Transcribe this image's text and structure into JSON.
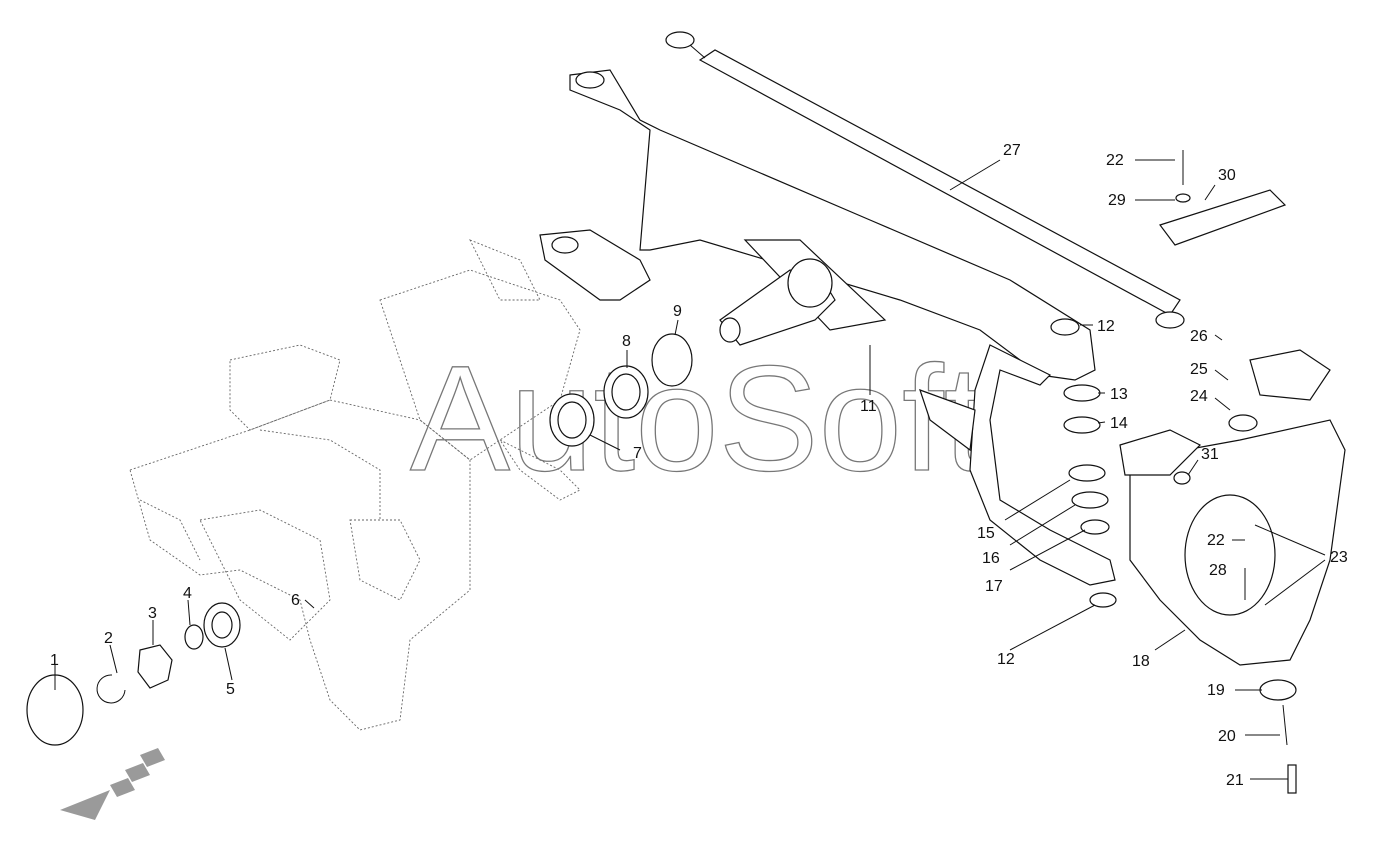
{
  "watermark": "AutoSoft",
  "callouts": [
    {
      "id": "1",
      "text": "1"
    },
    {
      "id": "2",
      "text": "2"
    },
    {
      "id": "3",
      "text": "3"
    },
    {
      "id": "4",
      "text": "4"
    },
    {
      "id": "5",
      "text": "5"
    },
    {
      "id": "6",
      "text": "6"
    },
    {
      "id": "7",
      "text": "7"
    },
    {
      "id": "8",
      "text": "8"
    },
    {
      "id": "9",
      "text": "9"
    },
    {
      "id": "11",
      "text": "11"
    },
    {
      "id": "12a",
      "text": "12"
    },
    {
      "id": "12b",
      "text": "12"
    },
    {
      "id": "13",
      "text": "13"
    },
    {
      "id": "14",
      "text": "14"
    },
    {
      "id": "15",
      "text": "15"
    },
    {
      "id": "16",
      "text": "16"
    },
    {
      "id": "17",
      "text": "17"
    },
    {
      "id": "18",
      "text": "18"
    },
    {
      "id": "19",
      "text": "19"
    },
    {
      "id": "20",
      "text": "20"
    },
    {
      "id": "21",
      "text": "21"
    },
    {
      "id": "22a",
      "text": "22"
    },
    {
      "id": "22b",
      "text": "22"
    },
    {
      "id": "23",
      "text": "23"
    },
    {
      "id": "24",
      "text": "24"
    },
    {
      "id": "25",
      "text": "25"
    },
    {
      "id": "26",
      "text": "26"
    },
    {
      "id": "27",
      "text": "27"
    },
    {
      "id": "28",
      "text": "28"
    },
    {
      "id": "29",
      "text": "29"
    },
    {
      "id": "30",
      "text": "30"
    },
    {
      "id": "31",
      "text": "31"
    }
  ]
}
